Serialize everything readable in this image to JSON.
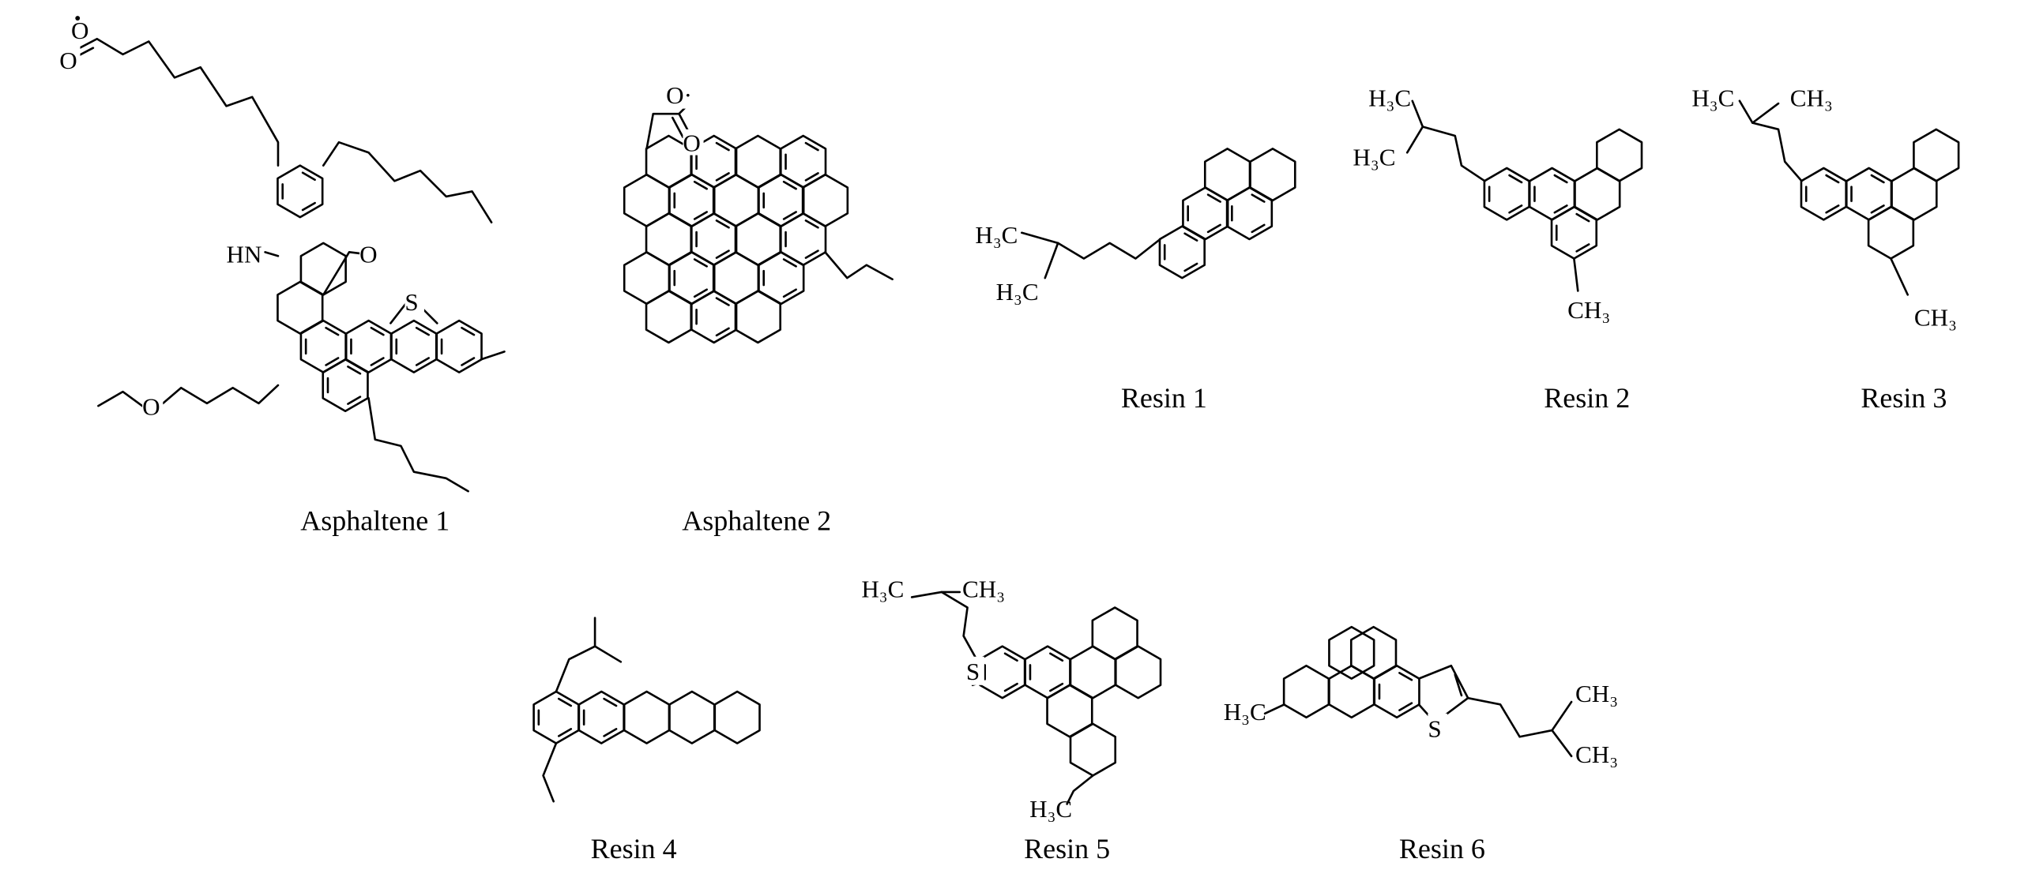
{
  "molecules": [
    {
      "name": "Asphaltene 1",
      "atoms": {
        "radical_o": "O",
        "carbonyl_o": "O",
        "nh": "HN",
        "ketone_o": "O",
        "s": "S",
        "ether_o": "O"
      }
    },
    {
      "name": "Asphaltene 2",
      "atoms": {
        "radical_o": "O·",
        "carbonyl_o": "O"
      }
    },
    {
      "name": "Resin 1",
      "atoms": {
        "me1": "H₃C",
        "me2": "H₃C"
      }
    },
    {
      "name": "Resin 2",
      "atoms": {
        "me1": "H₃C",
        "me2": "H₃C",
        "me3": "CH₃"
      }
    },
    {
      "name": "Resin 3",
      "atoms": {
        "me1": "H₃C",
        "me2": "CH₃",
        "me3": "CH₃"
      }
    },
    {
      "name": "Resin 4",
      "atoms": {}
    },
    {
      "name": "Resin 5",
      "atoms": {
        "me1": "H₃C",
        "me2": "CH₃",
        "s": "S",
        "me3": "H₃C"
      }
    },
    {
      "name": "Resin 6",
      "atoms": {
        "me1": "H₃C",
        "s": "S",
        "me2": "CH₃",
        "me3": "CH₃"
      }
    }
  ]
}
